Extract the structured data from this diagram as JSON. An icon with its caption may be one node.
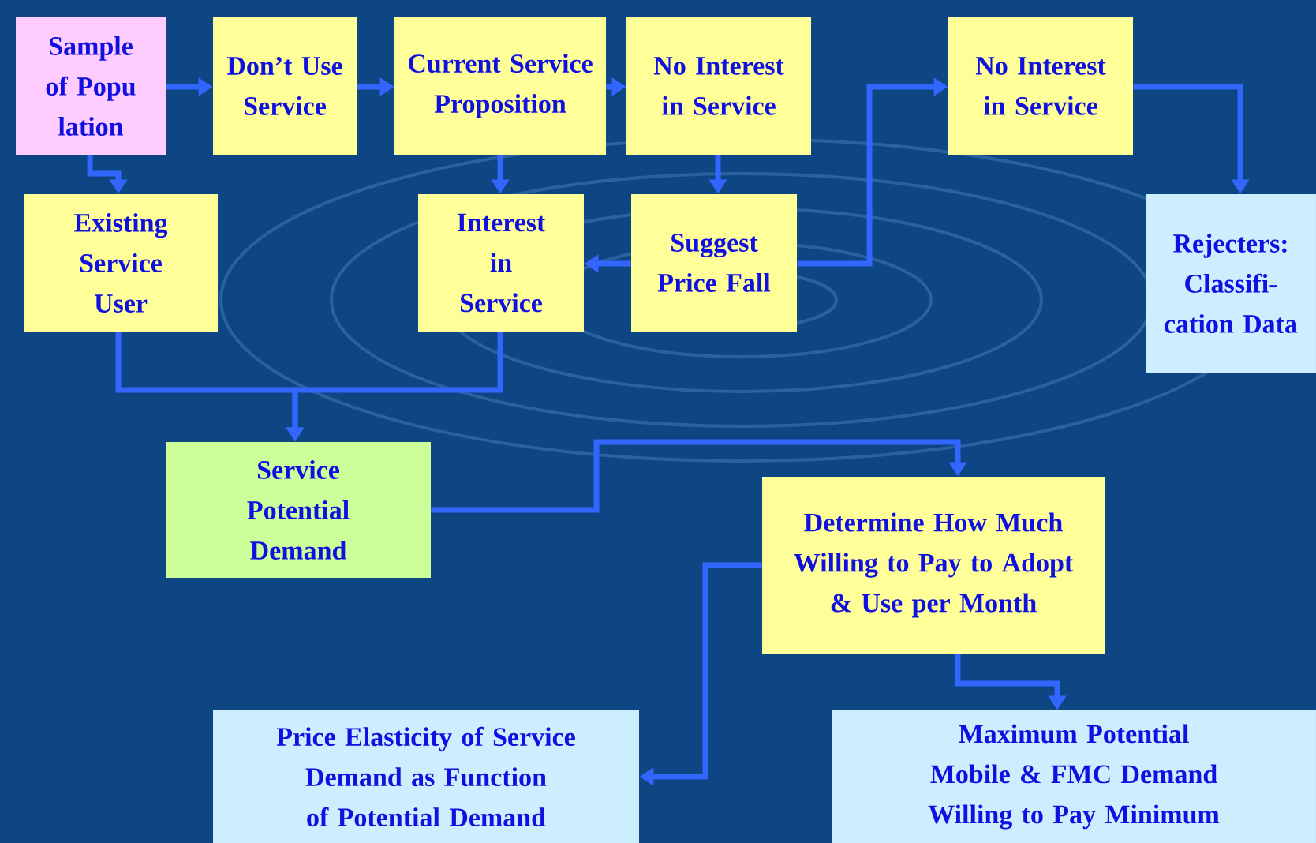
{
  "diagram": {
    "nodes": [
      {
        "text": [
          "Sample of Popu lation"
        ]
      },
      {
        "text": [
          "Don’t Use Service"
        ]
      },
      {
        "text": [
          "Current Service Proposition"
        ]
      },
      {
        "text": [
          "No Interest in Service"
        ]
      },
      {
        "text": [
          "No Interest in Service"
        ]
      },
      {
        "text": [
          "Existing Service User"
        ]
      },
      {
        "text": [
          "Interest in Service"
        ]
      },
      {
        "text": [
          "Suggest Price Fall"
        ]
      },
      {
        "text": [
          "Rejecters: Classifi- cation Data"
        ]
      },
      {
        "text": [
          "Service Potential Demand"
        ]
      },
      {
        "text": [
          "Determine How Much Willing to Pay to Adopt & Use per Month"
        ]
      },
      {
        "text": [
          "Price Elasticity of Service Demand as Function of Potential Demand"
        ]
      },
      {
        "text": [
          "Maximum Potential Mobile & FMC Demand Willing to Pay Minimum"
        ]
      }
    ],
    "edges": [
      {
        "from": 0,
        "to": 1,
        "arrow": "to"
      },
      {
        "from": 1,
        "to": 2,
        "arrow": "to"
      },
      {
        "from": 2,
        "to": 3,
        "arrow": "to"
      },
      {
        "from": 0,
        "to": 5,
        "arrow": "to"
      },
      {
        "from": 2,
        "to": 6,
        "arrow": "to"
      },
      {
        "from": 3,
        "to": 7,
        "arrow": "to"
      },
      {
        "from": 7,
        "to": 6,
        "arrow": "to"
      },
      {
        "from": 7,
        "to": 4,
        "arrow": "to"
      },
      {
        "from": 4,
        "to": 8,
        "arrow": "to"
      },
      {
        "from": 5,
        "to": 9,
        "arrow": "to"
      },
      {
        "from": 6,
        "to": 9,
        "arrow": "to"
      },
      {
        "from": 9,
        "to": 10,
        "arrow": "to"
      },
      {
        "from": 10,
        "to": 11,
        "arrow": "to"
      },
      {
        "from": 10,
        "to": 12,
        "arrow": "to"
      }
    ]
  }
}
